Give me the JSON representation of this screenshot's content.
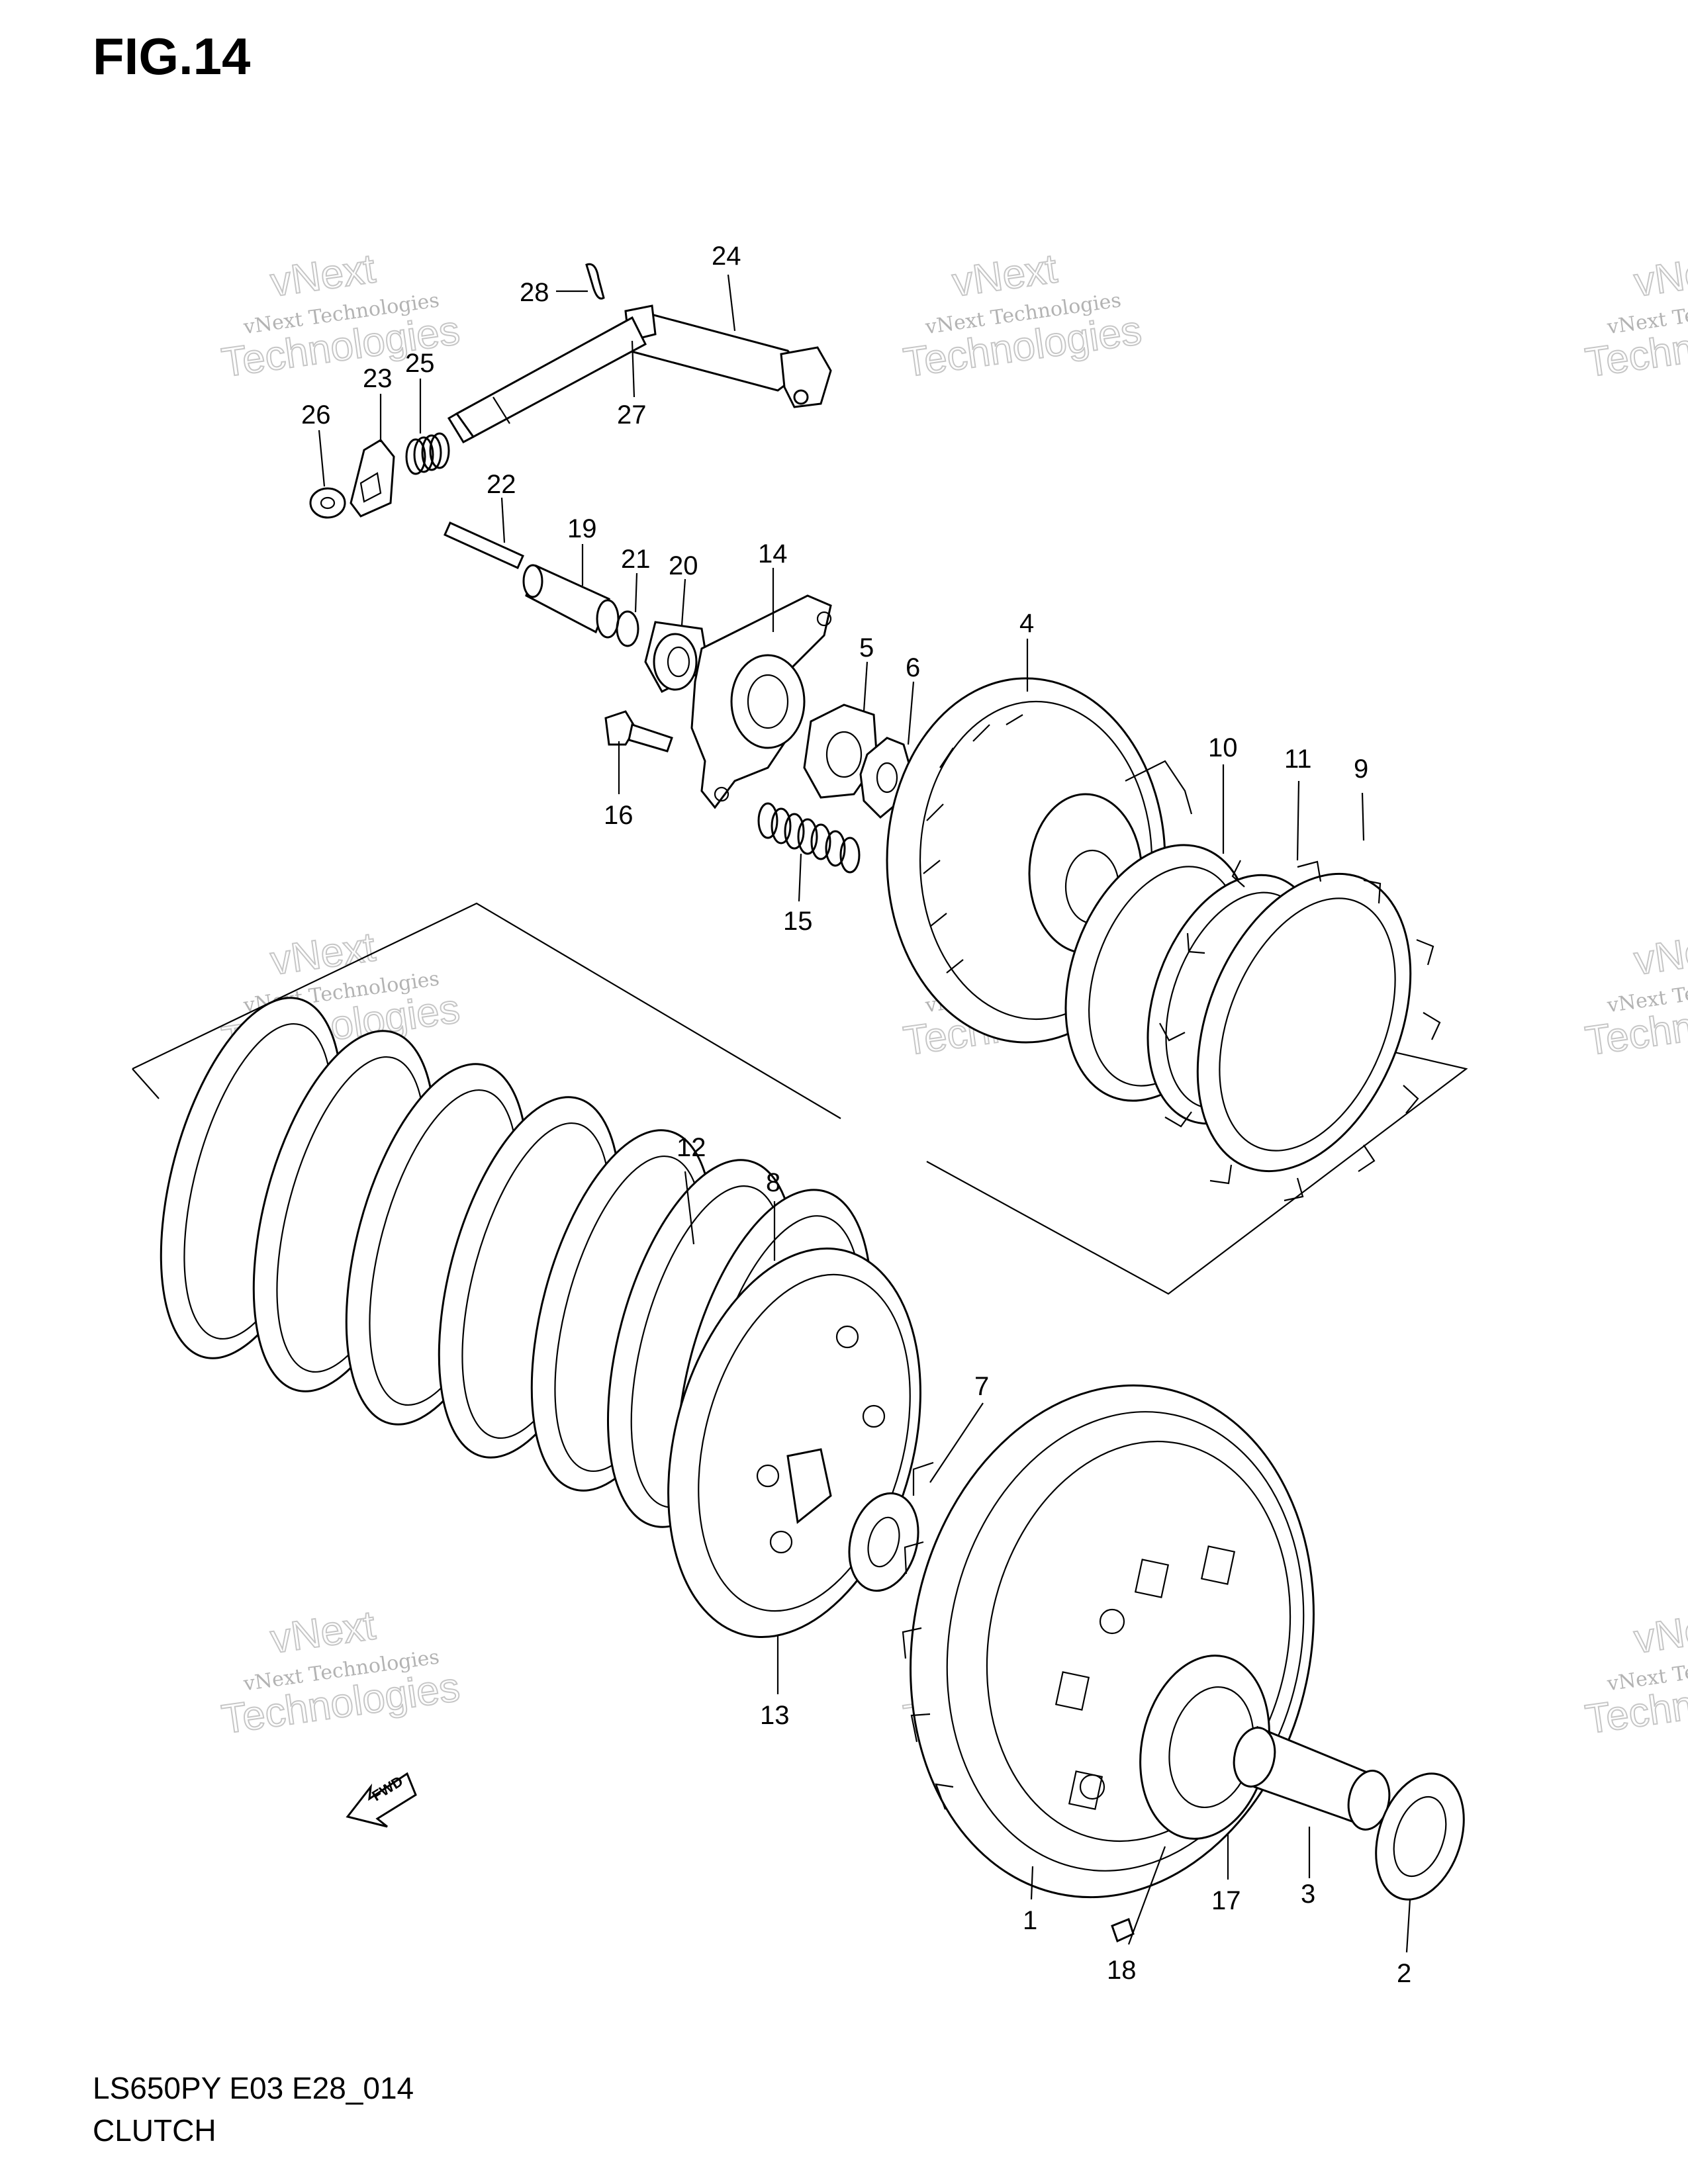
{
  "figure": {
    "title": "FIG.14"
  },
  "footer": {
    "model_code": "LS650PY E03 E28_014",
    "section_name": "CLUTCH"
  },
  "watermark": {
    "line1": "vNext Technologies",
    "line2": "vNext",
    "line3": "Technologies"
  },
  "fwd_label": "FWD",
  "callouts": [
    {
      "id": "28",
      "label": "28"
    },
    {
      "id": "24",
      "label": "24"
    },
    {
      "id": "23",
      "label": "23"
    },
    {
      "id": "25",
      "label": "25"
    },
    {
      "id": "26",
      "label": "26"
    },
    {
      "id": "27",
      "label": "27"
    },
    {
      "id": "22",
      "label": "22"
    },
    {
      "id": "19",
      "label": "19"
    },
    {
      "id": "21",
      "label": "21"
    },
    {
      "id": "20",
      "label": "20"
    },
    {
      "id": "14",
      "label": "14"
    },
    {
      "id": "5",
      "label": "5"
    },
    {
      "id": "6",
      "label": "6"
    },
    {
      "id": "4",
      "label": "4"
    },
    {
      "id": "16",
      "label": "16"
    },
    {
      "id": "15",
      "label": "15"
    },
    {
      "id": "10",
      "label": "10"
    },
    {
      "id": "11",
      "label": "11"
    },
    {
      "id": "9",
      "label": "9"
    },
    {
      "id": "12",
      "label": "12"
    },
    {
      "id": "8",
      "label": "8"
    },
    {
      "id": "7",
      "label": "7"
    },
    {
      "id": "13",
      "label": "13"
    },
    {
      "id": "1",
      "label": "1"
    },
    {
      "id": "17",
      "label": "17"
    },
    {
      "id": "3",
      "label": "3"
    },
    {
      "id": "2",
      "label": "2"
    },
    {
      "id": "18",
      "label": "18"
    }
  ]
}
